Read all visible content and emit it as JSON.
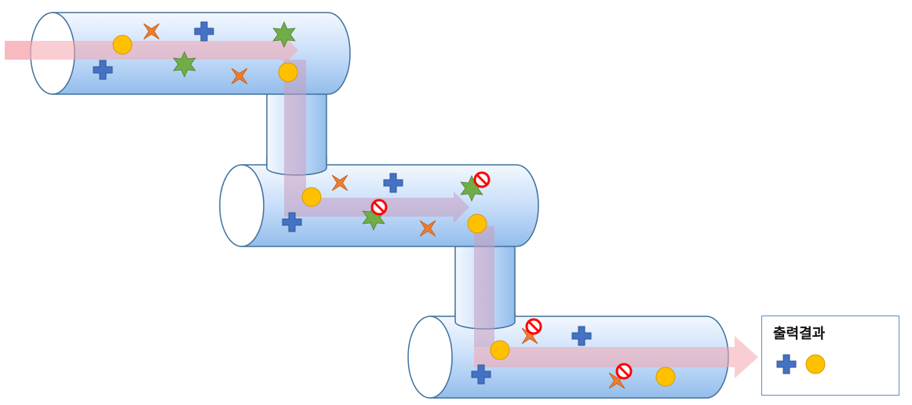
{
  "legend": {
    "title": "출력결과",
    "items": [
      "plus-shape",
      "orange-circle"
    ]
  },
  "colors": {
    "pipe_fill_top": "#eef4fd",
    "pipe_fill_bottom": "#9dc3ee",
    "pipe_stroke": "#41719c",
    "flow_arrow": "#f4a6ae",
    "plus": "#4472c4",
    "circle": "#ffc000",
    "x_star": "#ed7d31",
    "six_star": "#70ad47",
    "blocked": "#ff0000"
  },
  "icons": [
    "plus-icon",
    "circle-icon",
    "x-star-icon",
    "six-point-star-icon",
    "blocked-icon"
  ]
}
